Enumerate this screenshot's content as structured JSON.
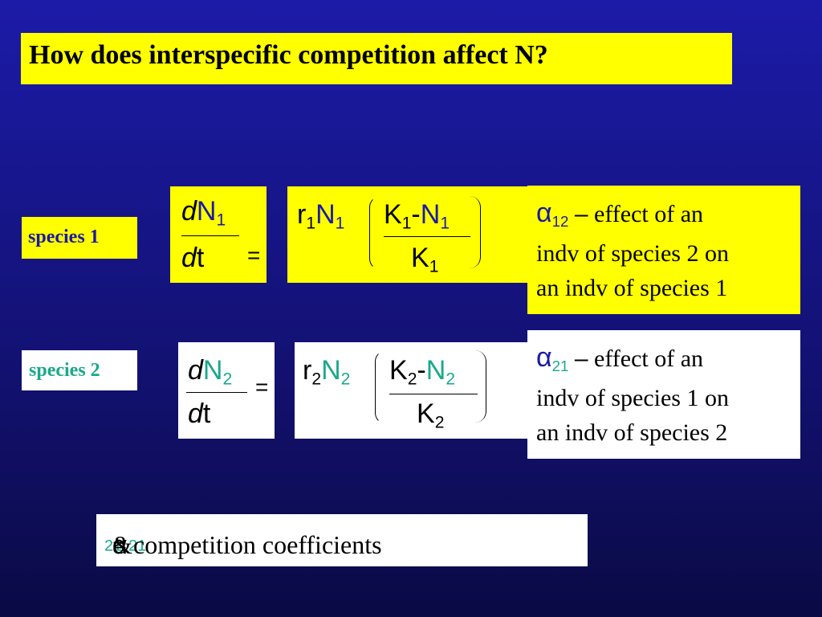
{
  "title": "How does interspecific competition affect N?",
  "species": [
    {
      "label": "species 1",
      "color": "#1a1aa6"
    },
    {
      "label": "species 2",
      "color": "#1aa88a"
    }
  ],
  "eq1": {
    "d": "d",
    "N": "N",
    "sub": "1",
    "t": "t",
    "equals": "=",
    "r": "r",
    "K": "K",
    "minus": "-"
  },
  "eq2": {
    "d": "d",
    "N": "N",
    "sub": "2",
    "t": "t",
    "equals": "=",
    "r": "r",
    "K": "K",
    "minus": "-"
  },
  "notes": [
    {
      "alpha": "α",
      "sub": "12",
      "dash": "–",
      "lines": [
        "effect of an",
        "indv of species 2 on",
        "an indv of species 1"
      ]
    },
    {
      "alpha": "α",
      "sub": "21",
      "dash": "–",
      "lines": [
        "effect of an",
        "indv of species 1 on",
        "an indv of species 2"
      ]
    }
  ],
  "bottom": {
    "alpha1": "α",
    "sub1": "21",
    "amp": "&",
    "alpha2": "α",
    "sub2": "21",
    "text": "= competition coefficients"
  },
  "colors": {
    "yellow_box": "#ffff00",
    "n_blue": "#1a1aa6",
    "n_teal": "#1aa88a",
    "background": "#131276"
  }
}
